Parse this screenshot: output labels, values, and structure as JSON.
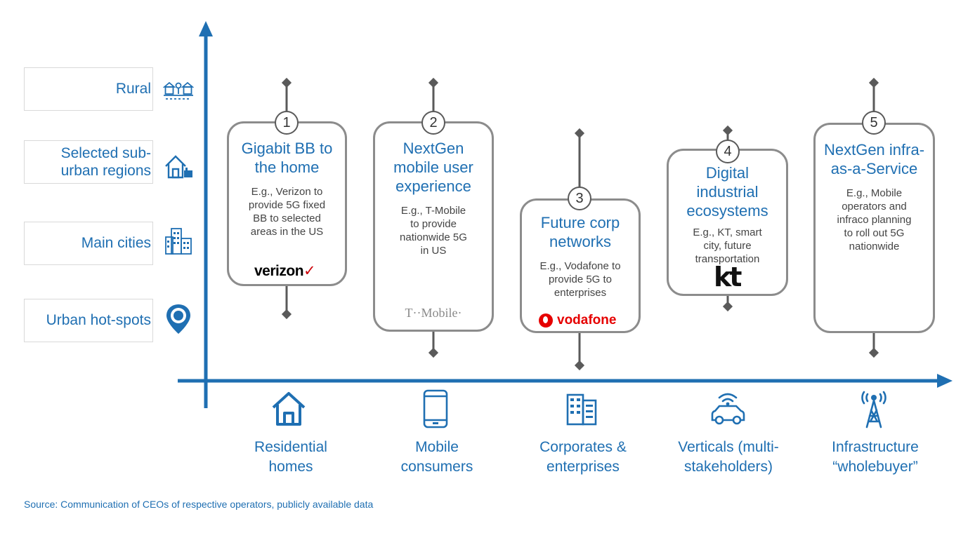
{
  "rows": [
    {
      "label": "Rural",
      "icon": "rural-village-icon"
    },
    {
      "label": "Selected sub-\nurban regions",
      "icon": "suburban-house-icon"
    },
    {
      "label": "Main cities",
      "icon": "city-buildings-icon"
    },
    {
      "label": "Urban hot-spots",
      "icon": "map-pin-icon"
    }
  ],
  "cards": [
    {
      "number": "1",
      "title": "Gigabit BB to\nthe home",
      "example": "E.g., Verizon to\nprovide 5G fixed\nBB to selected\nareas in the US",
      "logo": "verizon"
    },
    {
      "number": "2",
      "title": "NextGen\nmobile user\nexperience",
      "example": "E.g., T-Mobile\nto provide\nnationwide 5G\nin US",
      "logo": "T··Mobile·"
    },
    {
      "number": "3",
      "title": "Future corp\nnetworks",
      "example": "E.g., Vodafone to\nprovide 5G to\nenterprises",
      "logo": "vodafone"
    },
    {
      "number": "4",
      "title": "Digital\nindustrial\necosystems",
      "example": "E.g., KT, smart\ncity, future\ntransportation",
      "logo": "kt"
    },
    {
      "number": "5",
      "title": "NextGen infra-\nas-a-Service",
      "example": "E.g., Mobile\noperators and\ninfraco planning\nto roll out 5G\nnationwide",
      "logo": ""
    }
  ],
  "categories": [
    {
      "label": "Residential\nhomes",
      "icon": "house-icon"
    },
    {
      "label": "Mobile\nconsumers",
      "icon": "smartphone-icon"
    },
    {
      "label": "Corporates &\nenterprises",
      "icon": "office-building-icon"
    },
    {
      "label": "Verticals (multi-\nstakeholders)",
      "icon": "connected-car-icon"
    },
    {
      "label": "Infrastructure\n“wholebuyer”",
      "icon": "antenna-tower-icon"
    }
  ],
  "source": "Source: Communication of CEOs of respective operators, publicly available data",
  "colors": {
    "accent": "#1f6fb2",
    "card_border": "#8c8c8c",
    "connector": "#5a5a5a",
    "verizon_red": "#cd040b",
    "tmobile_magenta": "#c4006e",
    "vodafone_red": "#e60000"
  }
}
